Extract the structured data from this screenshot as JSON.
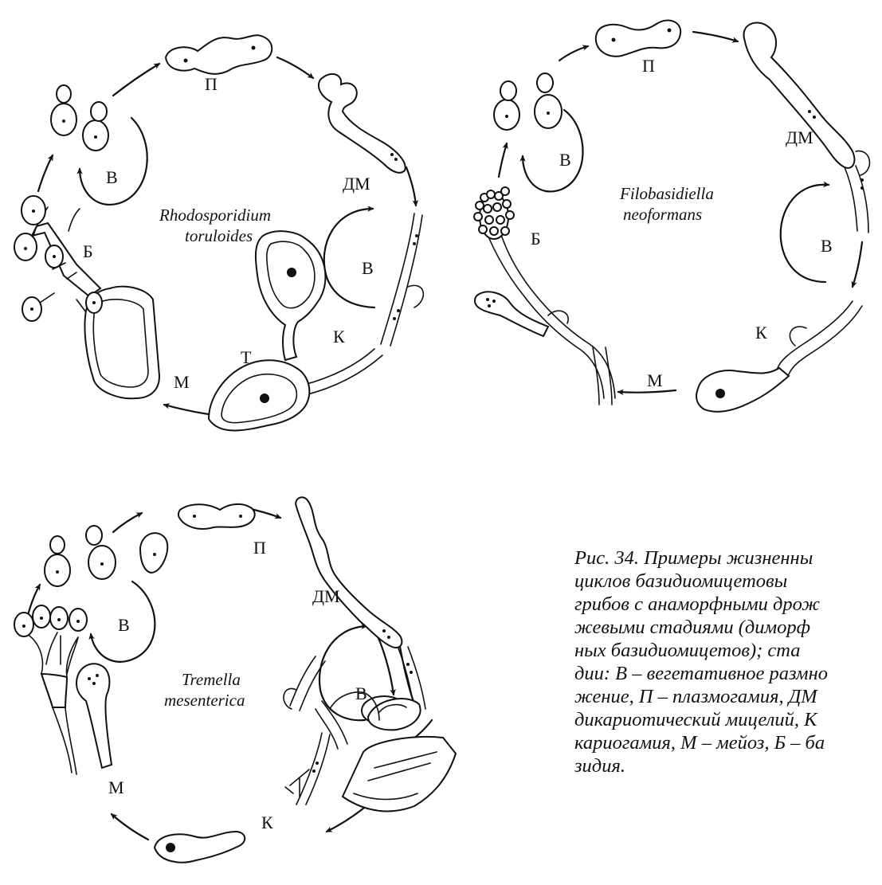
{
  "figure": {
    "panel_a": {
      "species_line1": "Rhodosporidium",
      "species_line2": "toruloides",
      "labels": {
        "P": "П",
        "DM": "ДМ",
        "V1": "В",
        "V2": "В",
        "K": "К",
        "T": "Т",
        "M": "М",
        "B": "Б"
      }
    },
    "panel_b": {
      "species_line1": "Filobasidiella",
      "species_line2": "neoformans",
      "labels": {
        "P": "П",
        "DM": "ДМ",
        "V1": "В",
        "V2": "В",
        "K": "К",
        "M": "М",
        "B": "Б"
      }
    },
    "panel_c": {
      "species_line1": "Tremella",
      "species_line2": "mesenterica",
      "labels": {
        "P": "П",
        "DM": "ДМ",
        "V1": "В",
        "V2": "В",
        "K": "К",
        "M": "М"
      }
    }
  },
  "caption_lines": [
    "Рис. 34. Примеры жизненны",
    "циклов базидиомицетовы",
    "грибов с анаморфными дрож",
    "жевыми стадиями (диморф",
    "ных базидиомицетов); ста",
    "дии: В – вегетативное размно",
    "жение, П – плазмогамия, ДМ",
    "дикариотический мицелий, К",
    "кариогамия, М – мейоз, Б – ба",
    "зидия."
  ]
}
